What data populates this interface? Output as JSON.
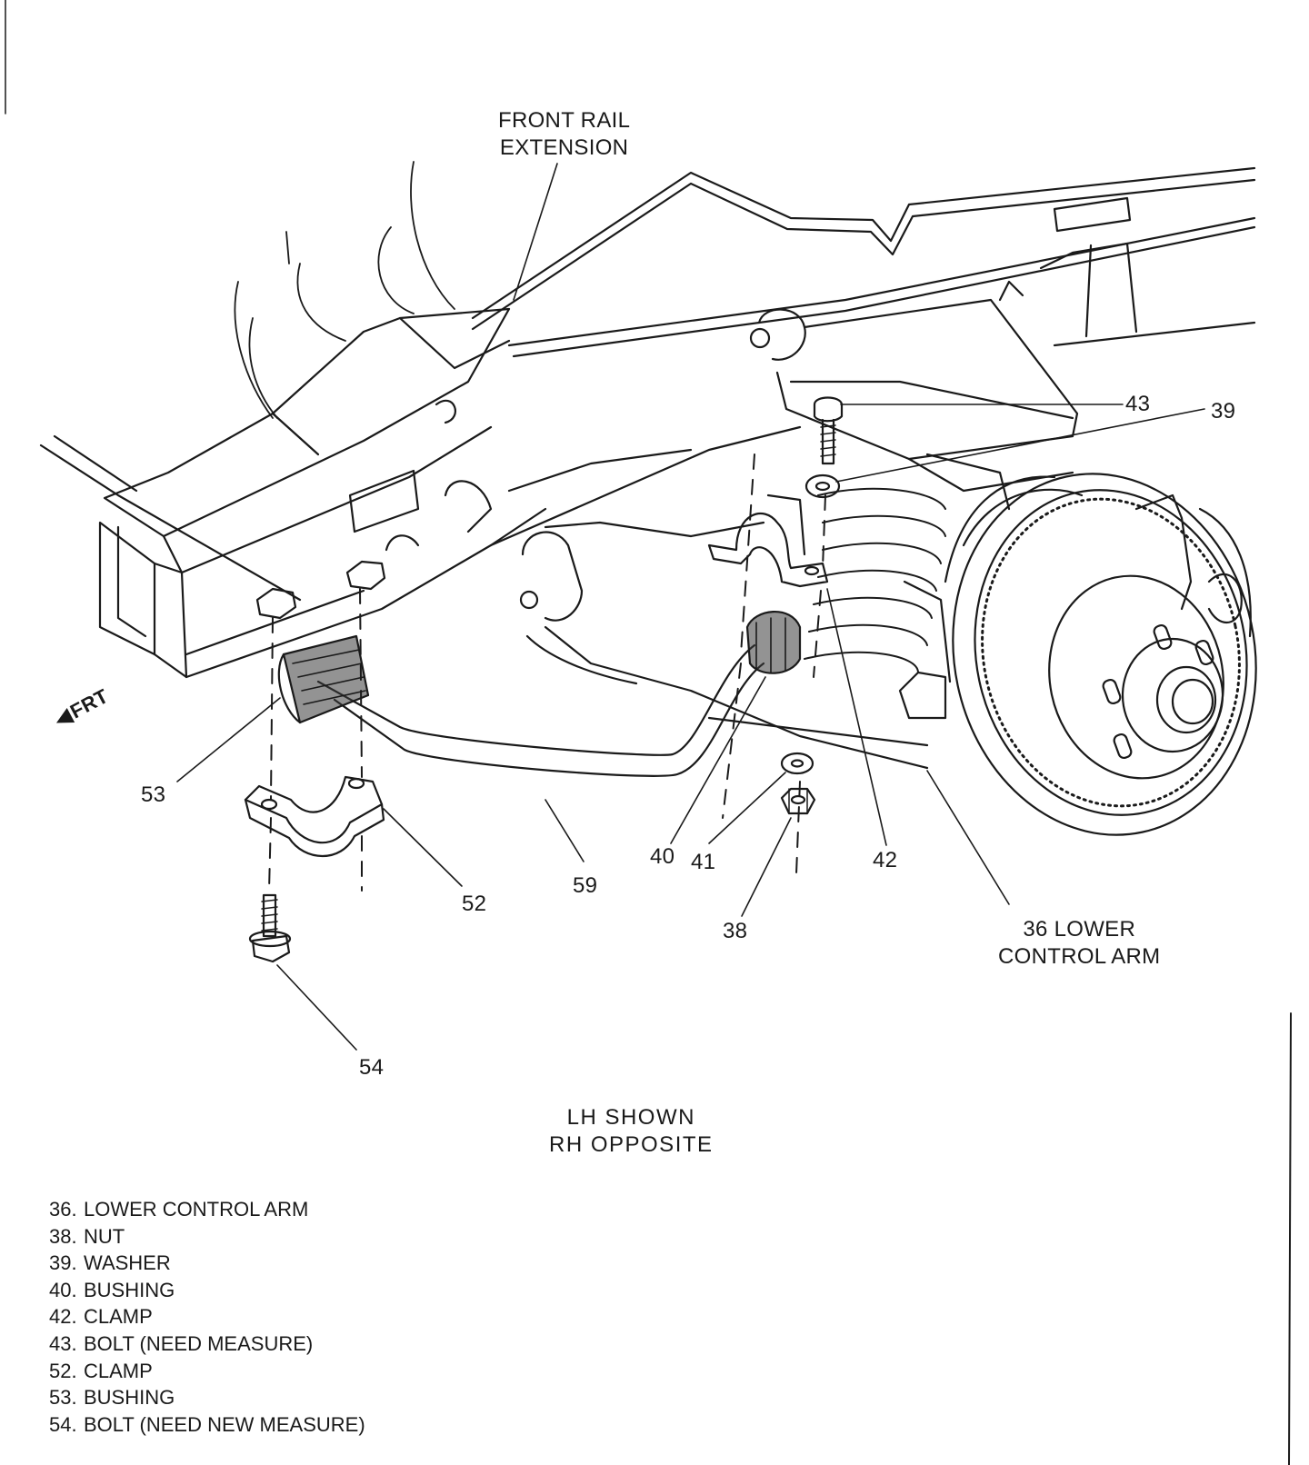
{
  "title_labels": {
    "front_rail_extension": [
      "FRONT RAIL",
      "EXTENSION"
    ],
    "lower_control_arm": [
      "36 LOWER",
      "CONTROL ARM"
    ],
    "frt": "FRT",
    "orientation": [
      "LH SHOWN",
      "RH OPPOSITE"
    ]
  },
  "callouts": [
    "43",
    "39",
    "53",
    "52",
    "59",
    "40",
    "41",
    "42",
    "38",
    "54"
  ],
  "legend": [
    {
      "num": "36.",
      "name": "LOWER CONTROL ARM"
    },
    {
      "num": "38.",
      "name": "NUT"
    },
    {
      "num": "39.",
      "name": "WASHER"
    },
    {
      "num": "40.",
      "name": "BUSHING"
    },
    {
      "num": "42.",
      "name": "CLAMP"
    },
    {
      "num": "43.",
      "name": "BOLT (NEED MEASURE)"
    },
    {
      "num": "52.",
      "name": "CLAMP"
    },
    {
      "num": "53.",
      "name": "BUSHING"
    },
    {
      "num": "54.",
      "name": "BOLT (NEED NEW MEASURE)"
    }
  ]
}
